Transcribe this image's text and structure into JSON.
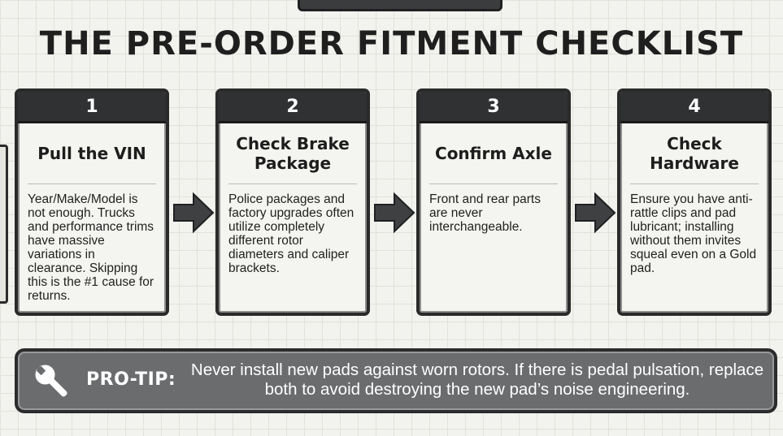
{
  "title": "THE PRE-ORDER FITMENT CHECKLIST",
  "steps": [
    {
      "number": "1",
      "title": "Pull the VIN",
      "description": "Year/Make/Model is not enough. Trucks and performance trims have massive variations in clearance. Skipping this is the #1 cause for returns."
    },
    {
      "number": "2",
      "title": "Check Brake Package",
      "description": "Police packages and factory upgrades often utilize completely different rotor diameters and caliper brackets."
    },
    {
      "number": "3",
      "title": "Confirm Axle",
      "description": "Front and rear parts are never interchangeable."
    },
    {
      "number": "4",
      "title": "Check Hardware",
      "description": "Ensure you have anti-rattle clips and pad lubricant; installing without them invites squeal even on a Gold pad."
    }
  ],
  "protip": {
    "label": "PRO-TIP:",
    "text": "Never install new pads against worn rotors. If there is pedal pulsation, replace both to avoid destroying the new pad’s noise engineering."
  },
  "icons": {
    "arrow": "arrow-right-icon",
    "protip": "wrench-icon"
  },
  "colors": {
    "header": "#2f3133",
    "card_border": "#2a2a2a",
    "protip_bg": "#6a6c6e",
    "arrow": "#3e4042"
  }
}
